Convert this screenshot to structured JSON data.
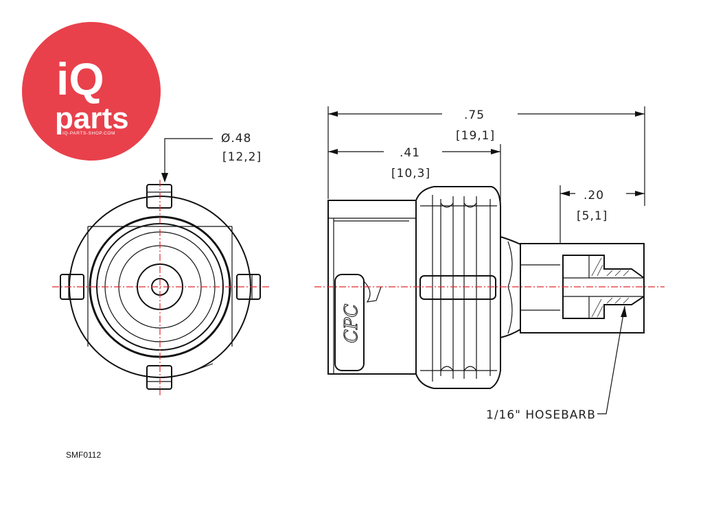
{
  "logo": {
    "brand_top": "iQ",
    "brand_bottom": "parts",
    "website": "IQ-PARTS-SHOP.COM",
    "color": "#e8414c"
  },
  "front_view": {
    "diameter_label": "Ø.48",
    "diameter_metric": "[12,2]"
  },
  "side_view": {
    "overall_length": ".75",
    "overall_length_metric": "[19,1]",
    "body_length": ".41",
    "body_length_metric": "[10,3]",
    "barb_length": ".20",
    "barb_length_metric": "[5,1]",
    "body_mark": "CPC",
    "callout": "1/16\" HOSEBARB"
  },
  "part_number": "SMF0112",
  "colors": {
    "line": "#111111",
    "centerline": "#e0292f",
    "hatch": "#555555"
  }
}
